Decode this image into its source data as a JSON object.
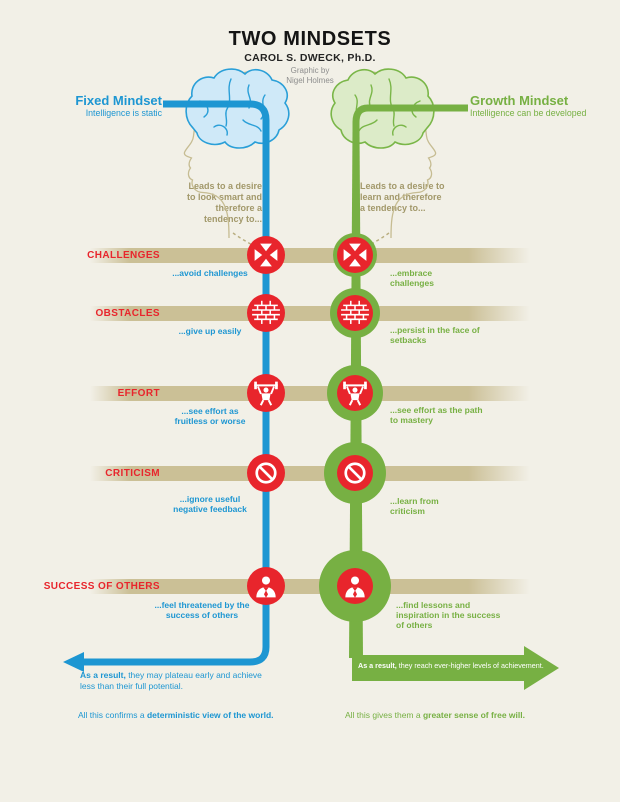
{
  "header": {
    "title": "TWO MINDSETS",
    "author": "CAROL S. DWECK, Ph.D.",
    "credit_line1": "Graphic by",
    "credit_line2": "Nigel Holmes"
  },
  "fixed": {
    "name": "Fixed Mindset",
    "subtitle": "Intelligence is static",
    "desire": "Leads to a desire to look smart and therefore a tendency to...",
    "result_bold": "As a result,",
    "result_rest": " they may plateau early and achieve less than their full potential.",
    "conclusion_prefix": "All this confirms a ",
    "conclusion_bold": "deterministic view of the world."
  },
  "growth": {
    "name": "Growth Mindset",
    "subtitle": "Intelligence can be developed",
    "desire": "Leads to a desire to learn and therefore a tendency to...",
    "result_bold": "As a result,",
    "result_rest": " they reach ever-higher levels of achievement.",
    "conclusion_prefix": "All this gives them a ",
    "conclusion_bold": "greater sense of free will."
  },
  "rows": [
    {
      "category": "CHALLENGES",
      "fixed_label": "...avoid challenges",
      "growth_label": "...embrace challenges",
      "icon": "collision-arrows"
    },
    {
      "category": "OBSTACLES",
      "fixed_label": "...give up easily",
      "growth_label": "...persist in the face of setbacks",
      "icon": "brick-wall"
    },
    {
      "category": "EFFORT",
      "fixed_label": "...see effort as fruitless or worse",
      "growth_label": "...see effort as the path to mastery",
      "icon": "weightlifter"
    },
    {
      "category": "CRITICISM",
      "fixed_label": "...ignore useful negative feedback",
      "growth_label": "...learn from criticism",
      "icon": "prohibition-sign"
    },
    {
      "category": "SUCCESS OF OTHERS",
      "fixed_label": "...feel threatened by the success of others",
      "growth_label": "...find lessons and inspiration in the success of others",
      "icon": "person-with-tie"
    }
  ],
  "colors": {
    "fixed_blue": "#1d96d2",
    "growth_green": "#77b043",
    "icon_red": "#e8252c",
    "band_tan": "#c9bd92",
    "accent_olive": "#a2986a",
    "background": "#f2f0e7"
  }
}
